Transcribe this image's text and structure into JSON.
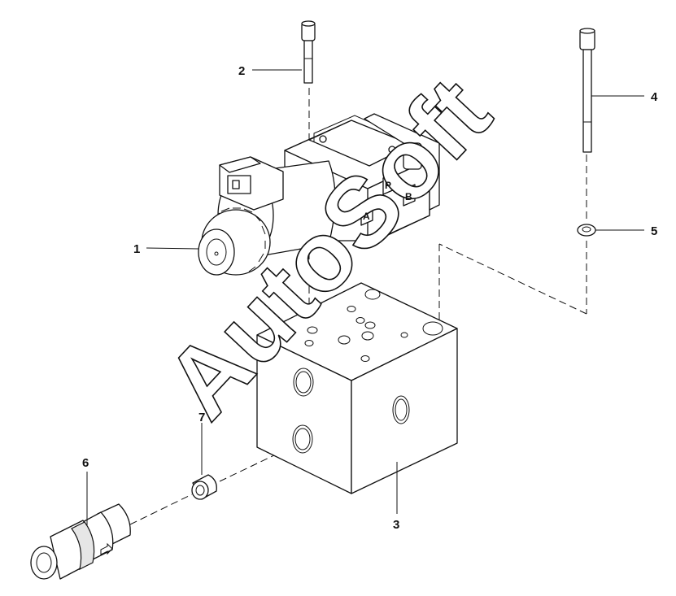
{
  "diagram": {
    "callouts": [
      {
        "id": "1",
        "label": "1"
      },
      {
        "id": "2",
        "label": "2"
      },
      {
        "id": "3",
        "label": "3"
      },
      {
        "id": "4",
        "label": "4"
      },
      {
        "id": "5",
        "label": "5"
      },
      {
        "id": "6",
        "label": "6"
      },
      {
        "id": "7",
        "label": "7"
      }
    ],
    "port_letters": {
      "a": "A",
      "p": "P",
      "b": "B"
    },
    "watermark": "AutoSoft",
    "colors": {
      "line": "#111111",
      "background": "#ffffff",
      "shade": "#e6e6e6"
    }
  }
}
